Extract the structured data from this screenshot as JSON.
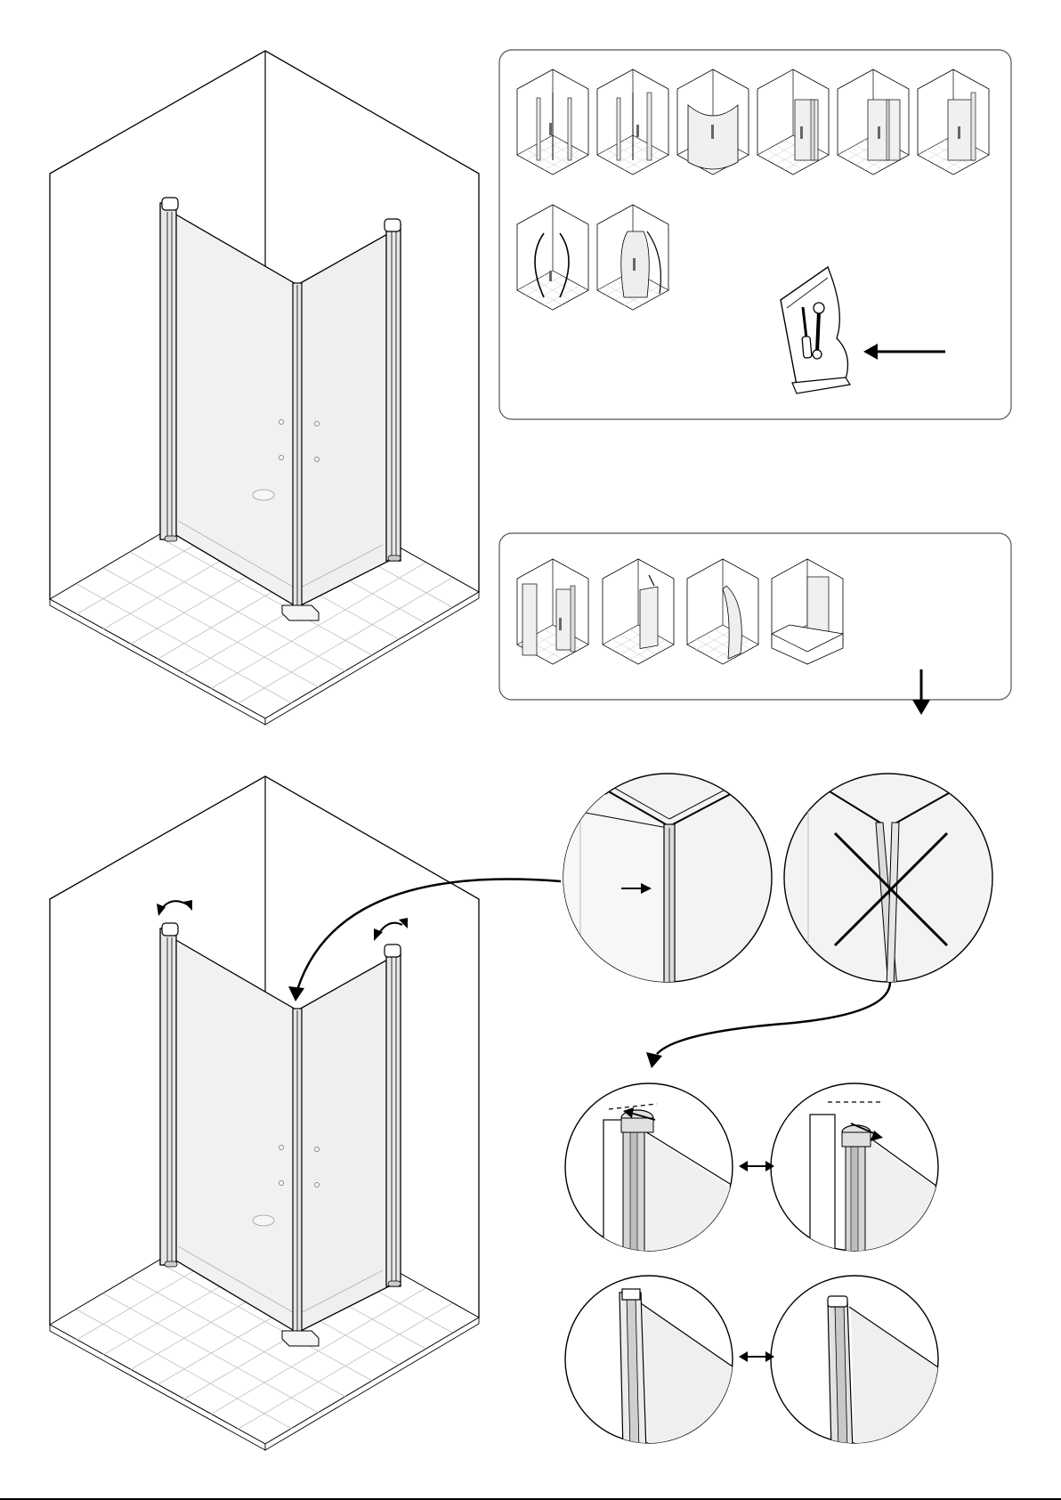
{
  "page": {
    "type": "installation-instruction-page",
    "step_top": "enclosure-assembled-overview",
    "step_bottom": "alignment-adjustment"
  },
  "panels": {
    "applicable_models": {
      "count": 8
    },
    "other_models": {
      "count": 4
    }
  },
  "details": {
    "correct_joint": "ok",
    "wrong_joint": "x",
    "hinge_pairs": 2
  },
  "icons": {
    "manual": "manual-with-tools-icon",
    "arrow_left": "arrow-left-icon",
    "arrow_down": "arrow-down-icon",
    "cross": "cross-icon",
    "double_arrow": "double-arrow-icon",
    "rotate": "rotate-arrow-icon"
  },
  "colors": {
    "line": "#000000",
    "glass": "#f0f0f0",
    "panel_border": "#555555",
    "tile": "#bfbfbf"
  }
}
